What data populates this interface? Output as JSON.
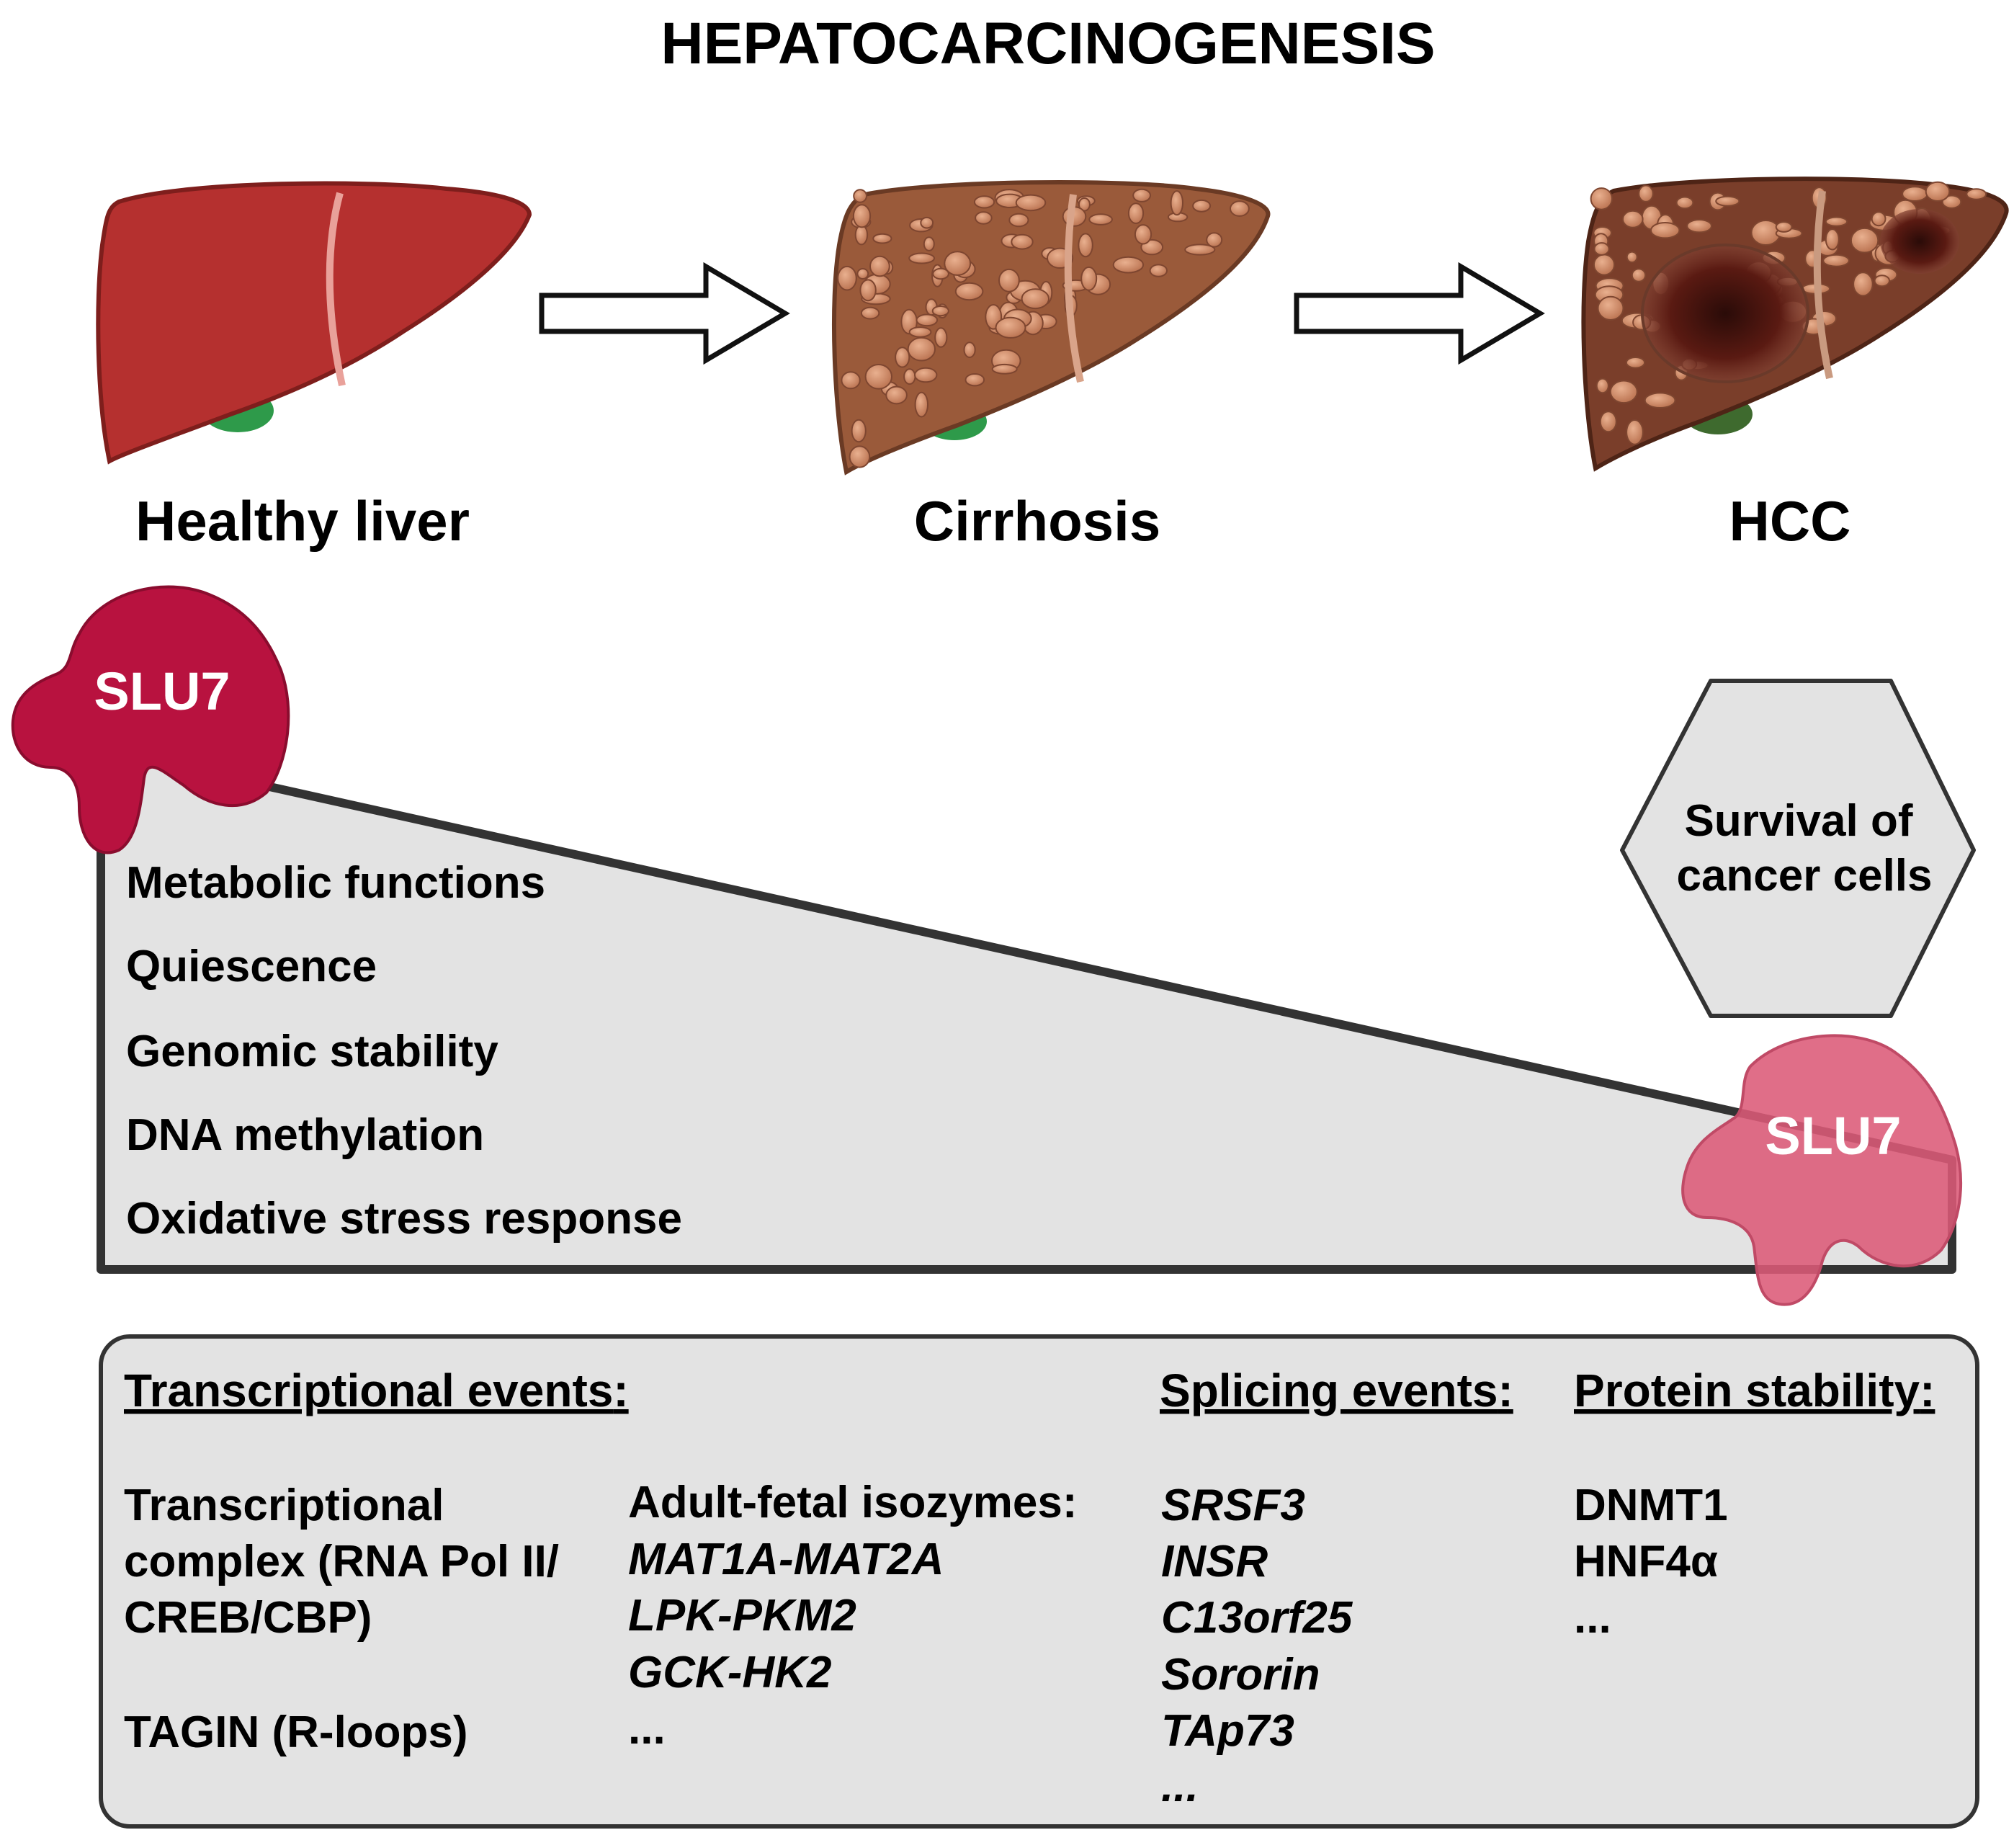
{
  "title": "HEPATOCARCINOGENESIS",
  "stages": [
    "Healthy liver",
    "Cirrhosis",
    "HCC"
  ],
  "protein_label": "SLU7",
  "functions": [
    "Metabolic functions",
    "Quiescence",
    "Genomic stability",
    "DNA methylation",
    "Oxidative stress response"
  ],
  "hexagon": {
    "line1": "Survival of",
    "line2": "cancer cells"
  },
  "box": {
    "transcriptional": {
      "heading": "Transcriptional events",
      "colon": ":",
      "complex_lines": [
        "Transcriptional",
        "complex (RNA Pol II/",
        "CREB/CBP)"
      ],
      "tagin": "TAGIN (R-loops)",
      "isozymes_heading": "Adult-fetal isozymes:",
      "isozymes": [
        "MAT1A-MAT2A",
        "LPK-PKM2",
        "GCK-HK2"
      ],
      "isozymes_more": "..."
    },
    "splicing": {
      "heading": "Splicing events",
      "colon": ":",
      "items": [
        "SRSF3",
        "INSR",
        "C13orf25",
        "Sororin",
        "TAp73",
        "..."
      ]
    },
    "protein": {
      "heading": "Protein stability",
      "colon": ":",
      "items": [
        "DNMT1",
        "HNF4α",
        "..."
      ]
    }
  },
  "colors": {
    "healthy_liver": "#b5302f",
    "cirrhotic_liver": "#9a5a3a",
    "hcc_liver": "#7a3e2a",
    "gallbladder": "#2e9a4a",
    "slu7_high": "#b8123f",
    "slu7_low": "#dc5a78",
    "panel_fill": "#e3e3e3",
    "outline": "#333333"
  }
}
